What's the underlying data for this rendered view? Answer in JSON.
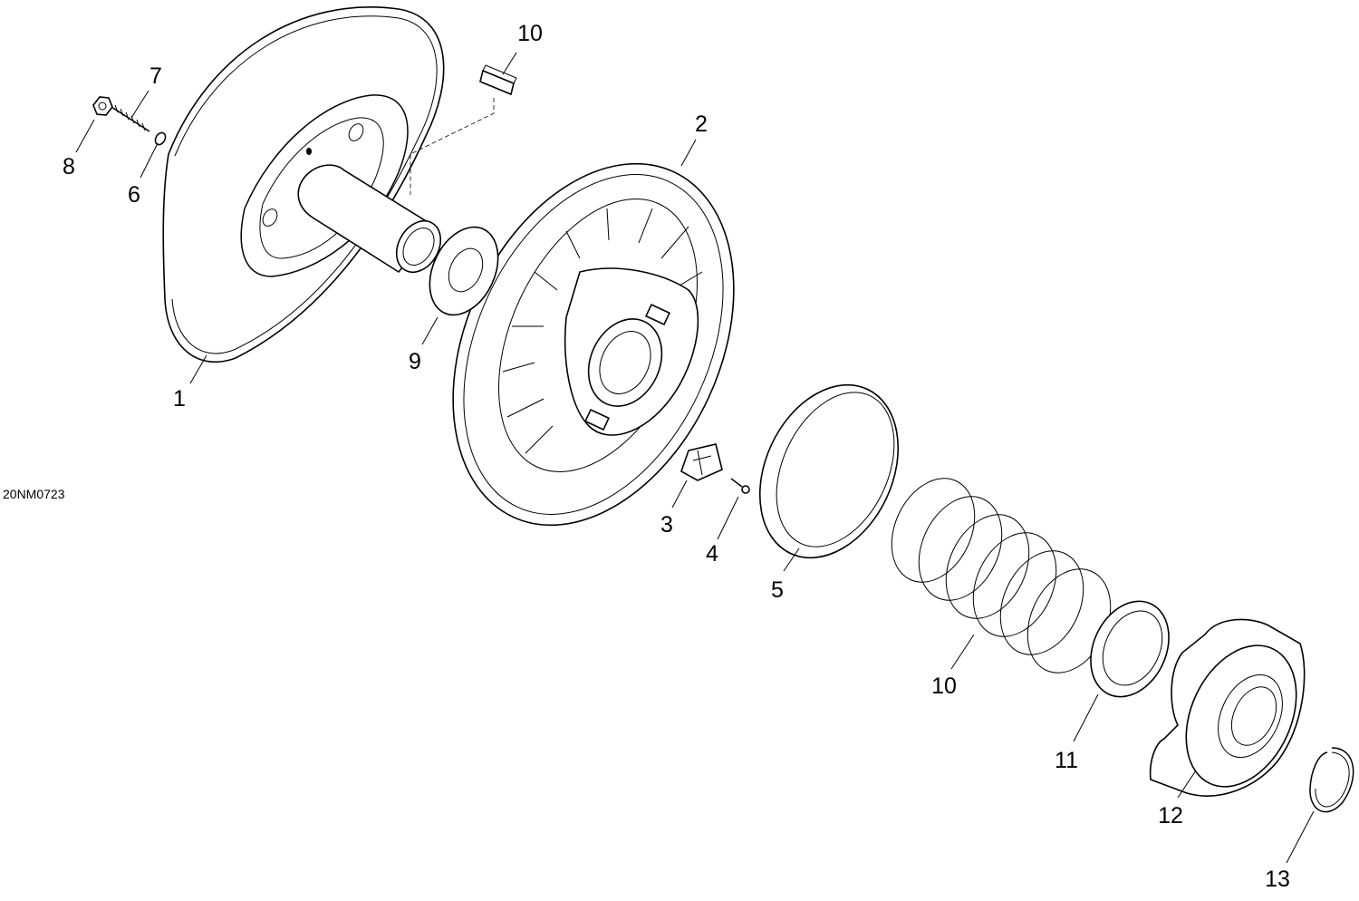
{
  "figure_code": "20NM0723",
  "callouts": [
    "1",
    "2",
    "3",
    "4",
    "5",
    "6",
    "7",
    "8",
    "9",
    "10",
    "10",
    "11",
    "12",
    "13"
  ]
}
